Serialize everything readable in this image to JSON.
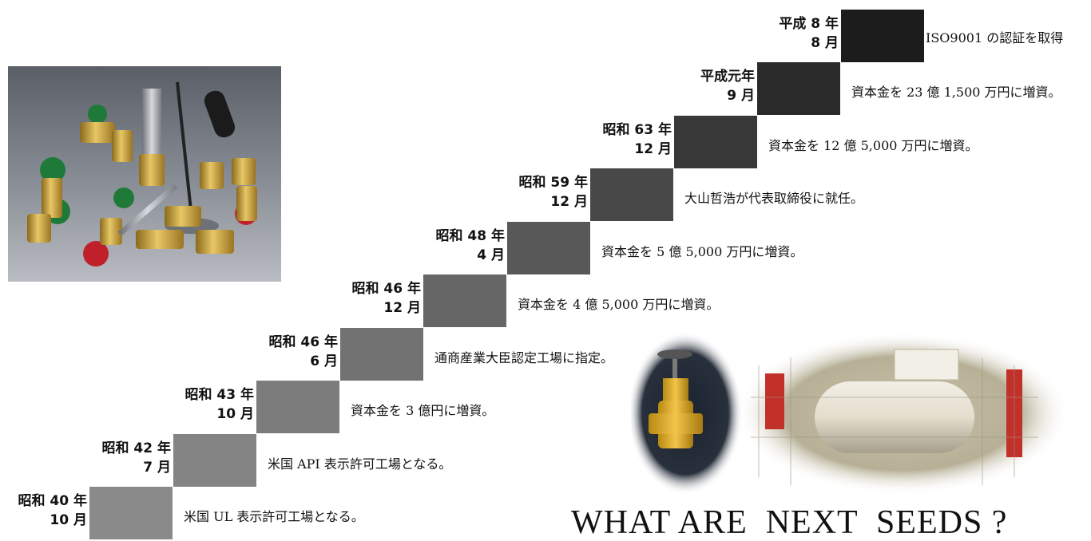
{
  "timeline": [
    {
      "era": "昭和 40 年",
      "month": "10 月",
      "event": "米国 UL 表示許可工場となる。",
      "color": "#8a8a8a"
    },
    {
      "era": "昭和 42 年",
      "month": "7 月",
      "event": "米国 API 表示許可工場となる。",
      "color": "#848484"
    },
    {
      "era": "昭和 43 年",
      "month": "10 月",
      "event": "資本金を 3 億円に増資。",
      "color": "#7c7c7c"
    },
    {
      "era": "昭和 46 年",
      "month": "6 月",
      "event": "通商産業大臣認定工場に指定。",
      "color": "#727272"
    },
    {
      "era": "昭和 46 年",
      "month": "12 月",
      "event": "資本金を 4 億 5,000 万円に増資。",
      "color": "#666666"
    },
    {
      "era": "昭和 48 年",
      "month": "4 月",
      "event": "資本金を 5 億 5,000 万円に増資。",
      "color": "#585858"
    },
    {
      "era": "昭和 59 年",
      "month": "12 月",
      "event": "大山哲浩が代表取締役に就任。",
      "color": "#484848"
    },
    {
      "era": "昭和 63 年",
      "month": "12 月",
      "event": "資本金を 12 億 5,000 万円に増資。",
      "color": "#383838"
    },
    {
      "era": "平成元年",
      "month": "9 月",
      "event": "資本金を 23 億 1,500 万円に増資。",
      "color": "#2a2a2a"
    },
    {
      "era": "平成 8 年",
      "month": "8 月",
      "event": "ISO9001 の認証を取得",
      "color": "#1c1c1c"
    }
  ],
  "slogan": "WHAT ARE  NEXT  SEEDS ?",
  "photos": {
    "valves_alt": "valve-product-photo",
    "tank_alt": "gas-tank-facility-photo"
  }
}
